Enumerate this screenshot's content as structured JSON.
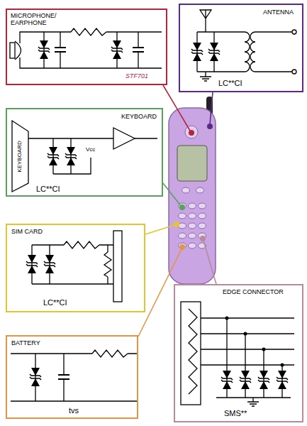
{
  "diagram": {
    "nodes": [
      {
        "text": [
          "MICROPHONE/ EARPHONE",
          "STF701"
        ]
      },
      {
        "text": [
          "ANTENNA",
          "LC**CI"
        ]
      },
      {
        "text": [
          "KEYBOARD",
          "LC**CI"
        ]
      },
      {
        "text": [
          "SIM CARD",
          "LC**CI"
        ]
      },
      {
        "text": [
          "BATTERY",
          "tvs"
        ]
      },
      {
        "text": [
          "EDGE CONNECTOR",
          "SMS**"
        ]
      }
    ],
    "labels": [
      "KEYBOARD",
      "Vcc"
    ]
  }
}
